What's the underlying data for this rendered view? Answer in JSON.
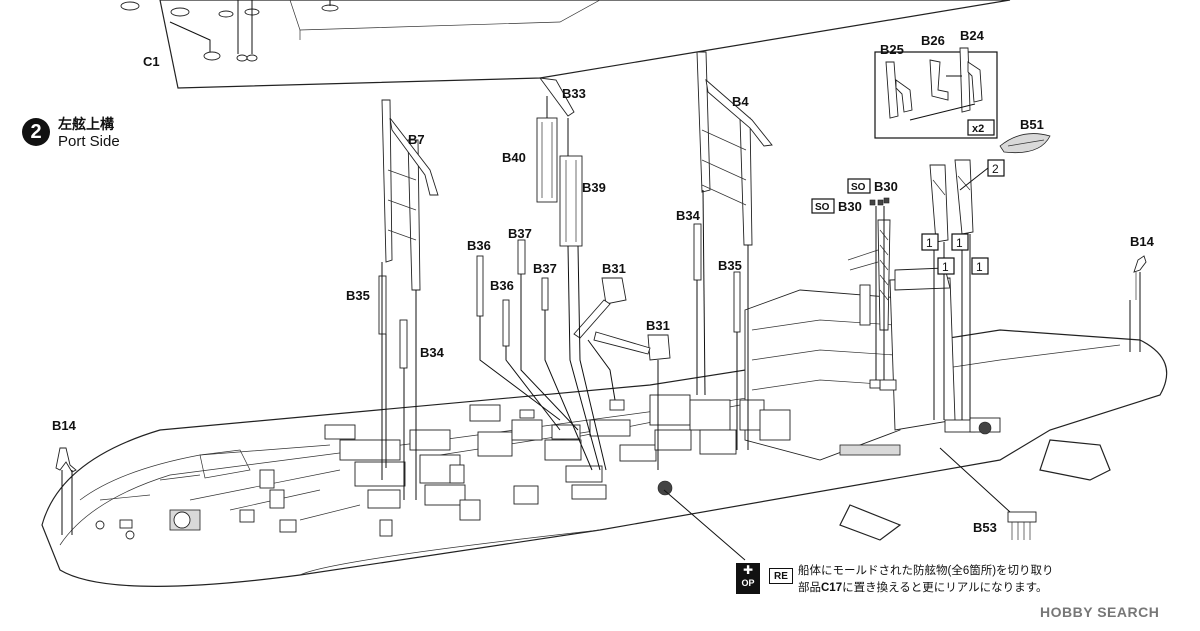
{
  "step": {
    "number": "2",
    "title_jp": "左舷上構",
    "title_en": "Port Side"
  },
  "labels": {
    "c1": "C1",
    "b25": "B25",
    "b26": "B26",
    "b24": "B24",
    "x2": "x2",
    "b51": "B51",
    "b33": "B33",
    "b40": "B40",
    "b39": "B39",
    "b4": "B4",
    "b7": "B7",
    "b34a": "B34",
    "b34b": "B34",
    "b35a": "B35",
    "b35b": "B35",
    "b36a": "B36",
    "b36b": "B36",
    "b37a": "B37",
    "b37b": "B37",
    "b31a": "B31",
    "b31b": "B31",
    "b30a": "B30",
    "b30b": "B30",
    "so": "SO",
    "b14a": "B14",
    "b14b": "B14",
    "b53": "B53",
    "ref1": "1",
    "ref2": "2"
  },
  "note": {
    "op_label": "OP",
    "re_label": "RE",
    "line1": "船体にモールドされた防舷物(全6箇所)を切り取り",
    "line2_prefix": "部品",
    "line2_part": "C17",
    "line2_suffix": "に置き換えると更にリアルになります。"
  },
  "watermark": "HOBBY SEARCH"
}
